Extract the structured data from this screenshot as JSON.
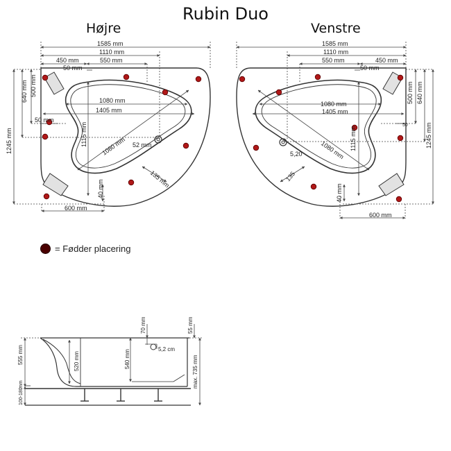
{
  "title": "Rubin Duo",
  "right_label": "Højre",
  "left_label": "Venstre",
  "legend_text": "= Fødder placering",
  "colors": {
    "line": "#333333",
    "dim": "#444444",
    "foot": "#b01818",
    "legend_dot": "#4a0000"
  },
  "hojre": {
    "d_1585": "1585 mm",
    "d_1110": "1110 mm",
    "d_450": "450 mm",
    "d_550": "550 mm",
    "d_50_top": "50 mm",
    "d_640": "640 mm",
    "d_500": "500 mm",
    "d_1245": "1245 mm",
    "d_1080": "1080 mm",
    "d_1405": "1405 mm",
    "d_50_left": "50 mm",
    "d_1115": "1115 mm",
    "d_1080_diag": "1080 mm",
    "d_52": "52 mm",
    "d_135": "135 mm",
    "d_40": "40 mm",
    "d_600": "600 mm"
  },
  "venstre": {
    "d_1585": "1585 mm",
    "d_1110": "1110 mm",
    "d_550": "550 mm",
    "d_450": "450 mm",
    "d_50_top": "50 mm",
    "d_500": "500 mm",
    "d_640": "640 mm",
    "d_1245": "1245 mm",
    "d_1080": "1080 mm",
    "d_1405": "1405 mm",
    "d_50_right": "50",
    "d_520": "5,20",
    "d_1080_diag": "1080 mm",
    "d_1115": "1115 mm",
    "d_135": "135",
    "d_40": "40 mm",
    "d_600": "600 mm"
  },
  "section": {
    "d_555": "555 mm",
    "d_100_180": "100-180",
    "d_mm": "mm",
    "d_520": "520 mm",
    "d_540": "540 mm",
    "d_70": "70 mm",
    "d_55": "55 mm",
    "d_5_2cm": "5,2 cm",
    "d_max735": "max. 735 mm"
  }
}
